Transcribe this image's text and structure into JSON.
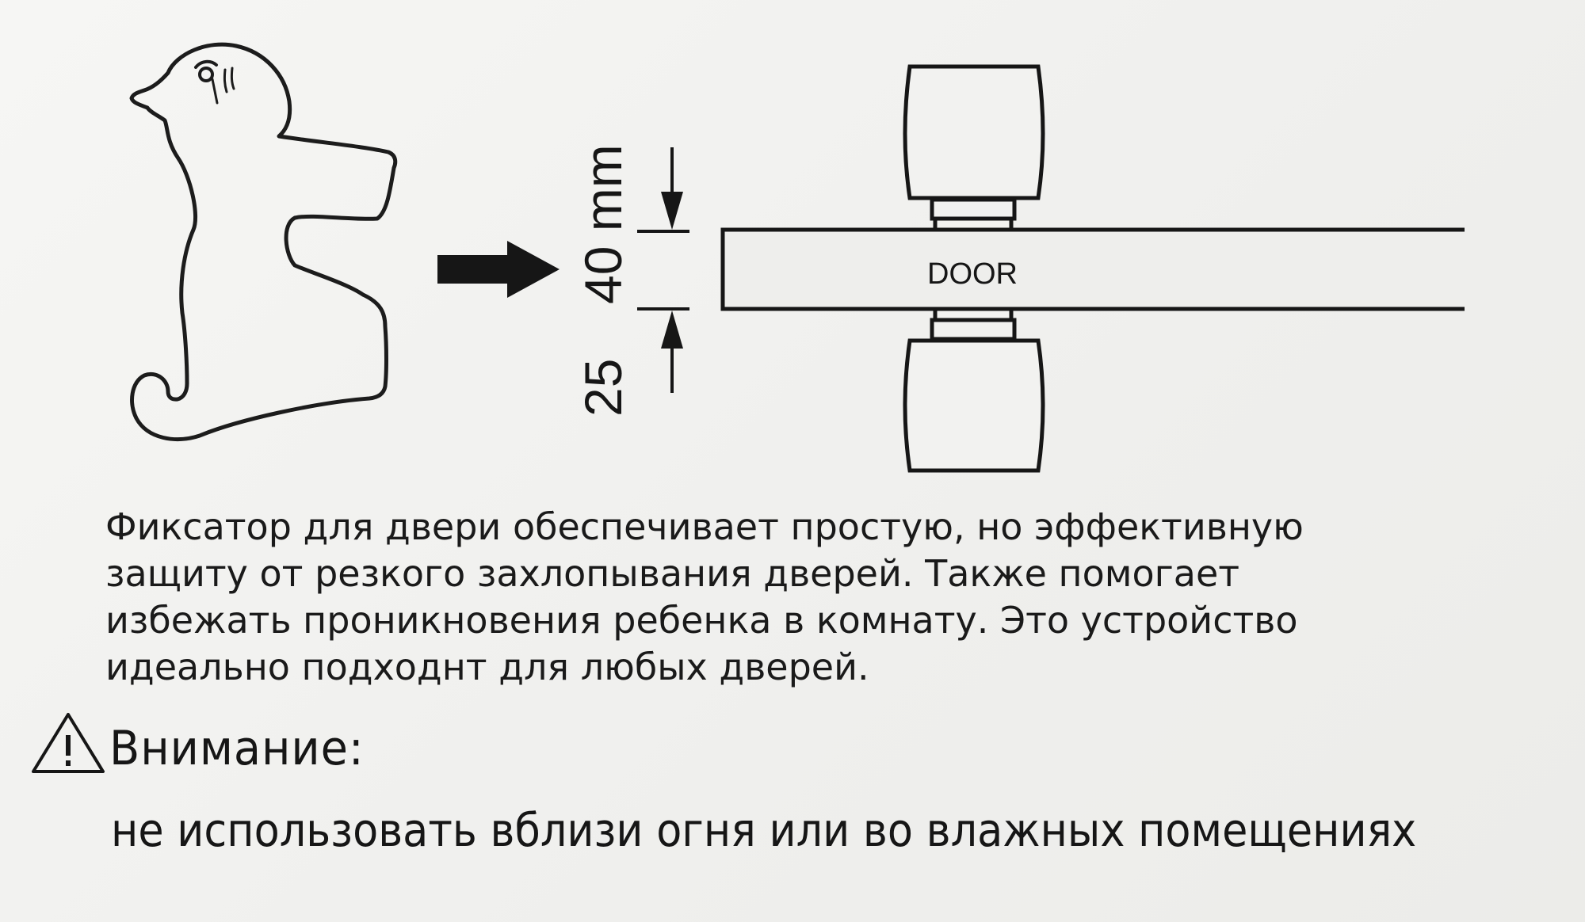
{
  "diagram": {
    "measure_top": "40 mm",
    "measure_bottom": "25",
    "door_label": "DOOR"
  },
  "description": {
    "lines": [
      "Фиксатор для двери обеспечивает простую, но эффективную",
      "защиту от резкого захлопывания дверей. Также помогает",
      "избежать проникновения ребенка в комнату. Это устройство",
      "идеально подходнт для любых дверей."
    ]
  },
  "warning": {
    "icon": "warning-triangle-icon",
    "title": "Внимание:",
    "text": "не использовать вблизи огня или во влажных помещениях"
  }
}
